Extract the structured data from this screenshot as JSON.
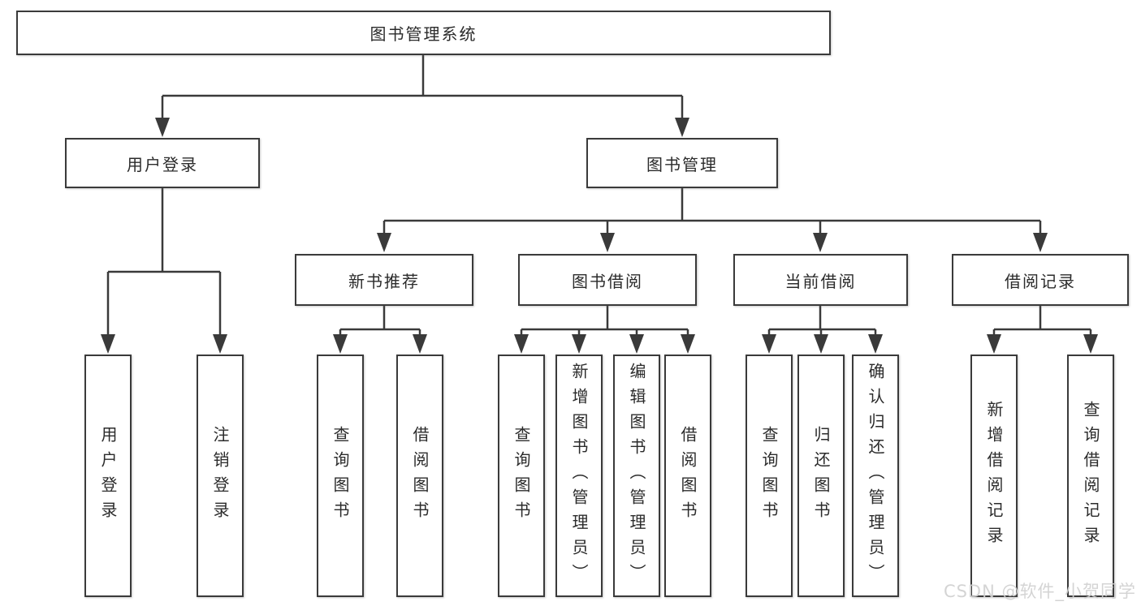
{
  "diagram": {
    "nodes": {
      "root": "图书管理系统",
      "userLogin": "用户登录",
      "bookMgmt": "图书管理",
      "newRec": "新书推荐",
      "bookBorrow": "图书借阅",
      "curBorrow": "当前借阅",
      "borrowRec": "借阅记录",
      "userLoginLeaf": "用户登录",
      "logoutLeaf": "注销登录",
      "recQuery": "查询图书",
      "recBorrow": "借阅图书",
      "bbQuery": "查询图书",
      "bbAdd": "新增图书（管理员）",
      "bbEdit": "编辑图书（管理员）",
      "bbBorrow": "借阅图书",
      "cbQuery": "查询图书",
      "cbReturn": "归还图书",
      "cbConfirm": "确认归还（管理员）",
      "brAdd": "新增借阅记录",
      "brQuery": "查询借阅记录"
    },
    "hierarchy": {
      "图书管理系统": {
        "用户登录": [
          "用户登录",
          "注销登录"
        ],
        "图书管理": {
          "新书推荐": [
            "查询图书",
            "借阅图书"
          ],
          "图书借阅": [
            "查询图书",
            "新增图书（管理员）",
            "编辑图书（管理员）",
            "借阅图书"
          ],
          "当前借阅": [
            "查询图书",
            "归还图书",
            "确认归还（管理员）"
          ],
          "借阅记录": [
            "新增借阅记录",
            "查询借阅记录"
          ]
        }
      }
    },
    "colors": {
      "line": "#3a3a3a",
      "text": "#2b2b2b",
      "box_fill": "#ffffff",
      "background": "#ffffff",
      "watermark": "#d0d0d0"
    }
  },
  "watermark": "CSDN @软件_小贺同学"
}
